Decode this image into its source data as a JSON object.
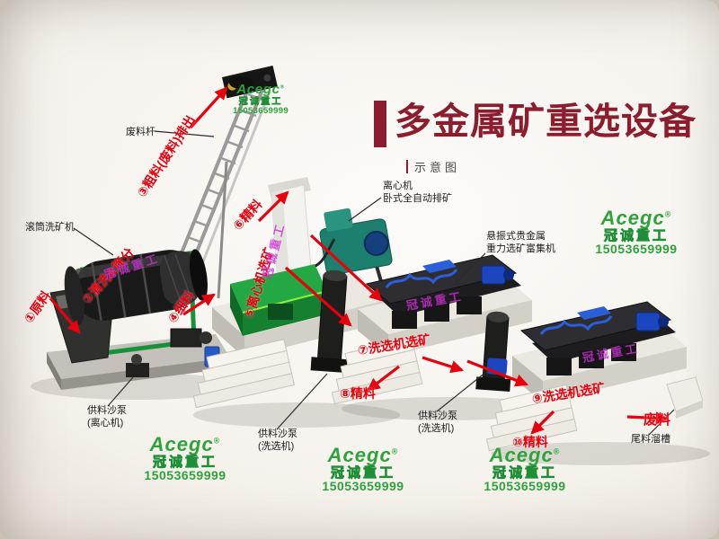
{
  "page": {
    "title": "多金属矿重选设备",
    "subtitle": "示意图"
  },
  "flow_labels": [
    "①原料",
    "②清洗&筛分",
    "③粗料(废料)排出",
    "④细料",
    "⑤离心机选矿",
    "⑥精料",
    "⑦洗选机选矿",
    "⑧精料",
    "⑨洗选机选矿",
    "⑩精料",
    "废料"
  ],
  "part_labels": [
    {
      "l1": "废料杆",
      "l2": ""
    },
    {
      "l1": "滚筒洗矿机",
      "l2": ""
    },
    {
      "l1": "离心机",
      "l2": "卧式全自动排矿"
    },
    {
      "l1": "悬振式贵金属",
      "l2": "重力选矿富集机"
    },
    {
      "l1": "供料沙泵",
      "l2": "(离心机)"
    },
    {
      "l1": "供料沙泵",
      "l2": "(洗选机)"
    },
    {
      "l1": "供料沙泵",
      "l2": "(洗选机)"
    },
    {
      "l1": "尾料溜槽",
      "l2": ""
    }
  ],
  "watermark": {
    "brand": "Acegc",
    "registered_mark": "®",
    "company": "冠诚重工",
    "phone": "15053659999"
  },
  "colors": {
    "title_red": "#8c1d2f",
    "label_red": "#e8000d",
    "watermark_green": "#2fa23c",
    "watermark_yellow": "#ffd400",
    "watermark_purple": "#cc2fd4",
    "machine_green": "#1fa03c"
  }
}
